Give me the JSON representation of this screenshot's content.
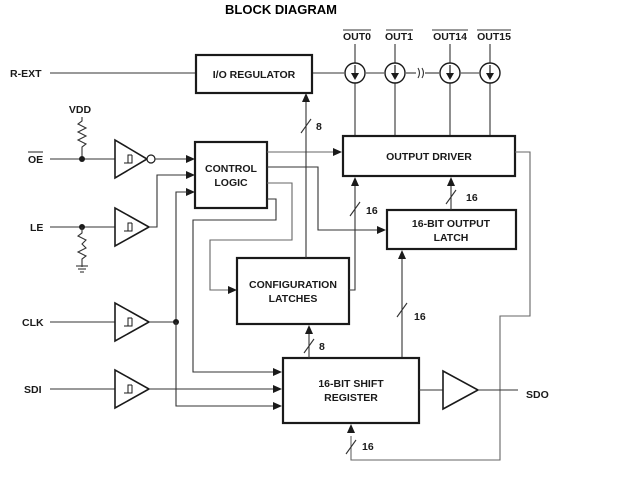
{
  "title": "BLOCK DIAGRAM",
  "inputs": {
    "rext": "R-EXT",
    "oe": "OE",
    "le": "LE",
    "clk": "CLK",
    "sdi": "SDI",
    "vdd": "VDD"
  },
  "outputs": {
    "out0": "OUT0",
    "out1": "OUT1",
    "out14": "OUT14",
    "out15": "OUT15",
    "sdo": "SDO"
  },
  "blocks": {
    "io_regulator": "I/O REGULATOR",
    "control_logic_1": "CONTROL",
    "control_logic_2": "LOGIC",
    "output_driver": "OUTPUT DRIVER",
    "output_latch_1": "16-BIT OUTPUT",
    "output_latch_2": "LATCH",
    "config_latches_1": "CONFIGURATION",
    "config_latches_2": "LATCHES",
    "shift_register_1": "16-BIT SHIFT",
    "shift_register_2": "REGISTER"
  },
  "bus_widths": {
    "config_to_regulator": "8",
    "config_to_driver": "16",
    "latch_to_driver": "16",
    "shift_to_latch": "16",
    "shift_to_config": "8",
    "feedback_to_shift": "16"
  }
}
